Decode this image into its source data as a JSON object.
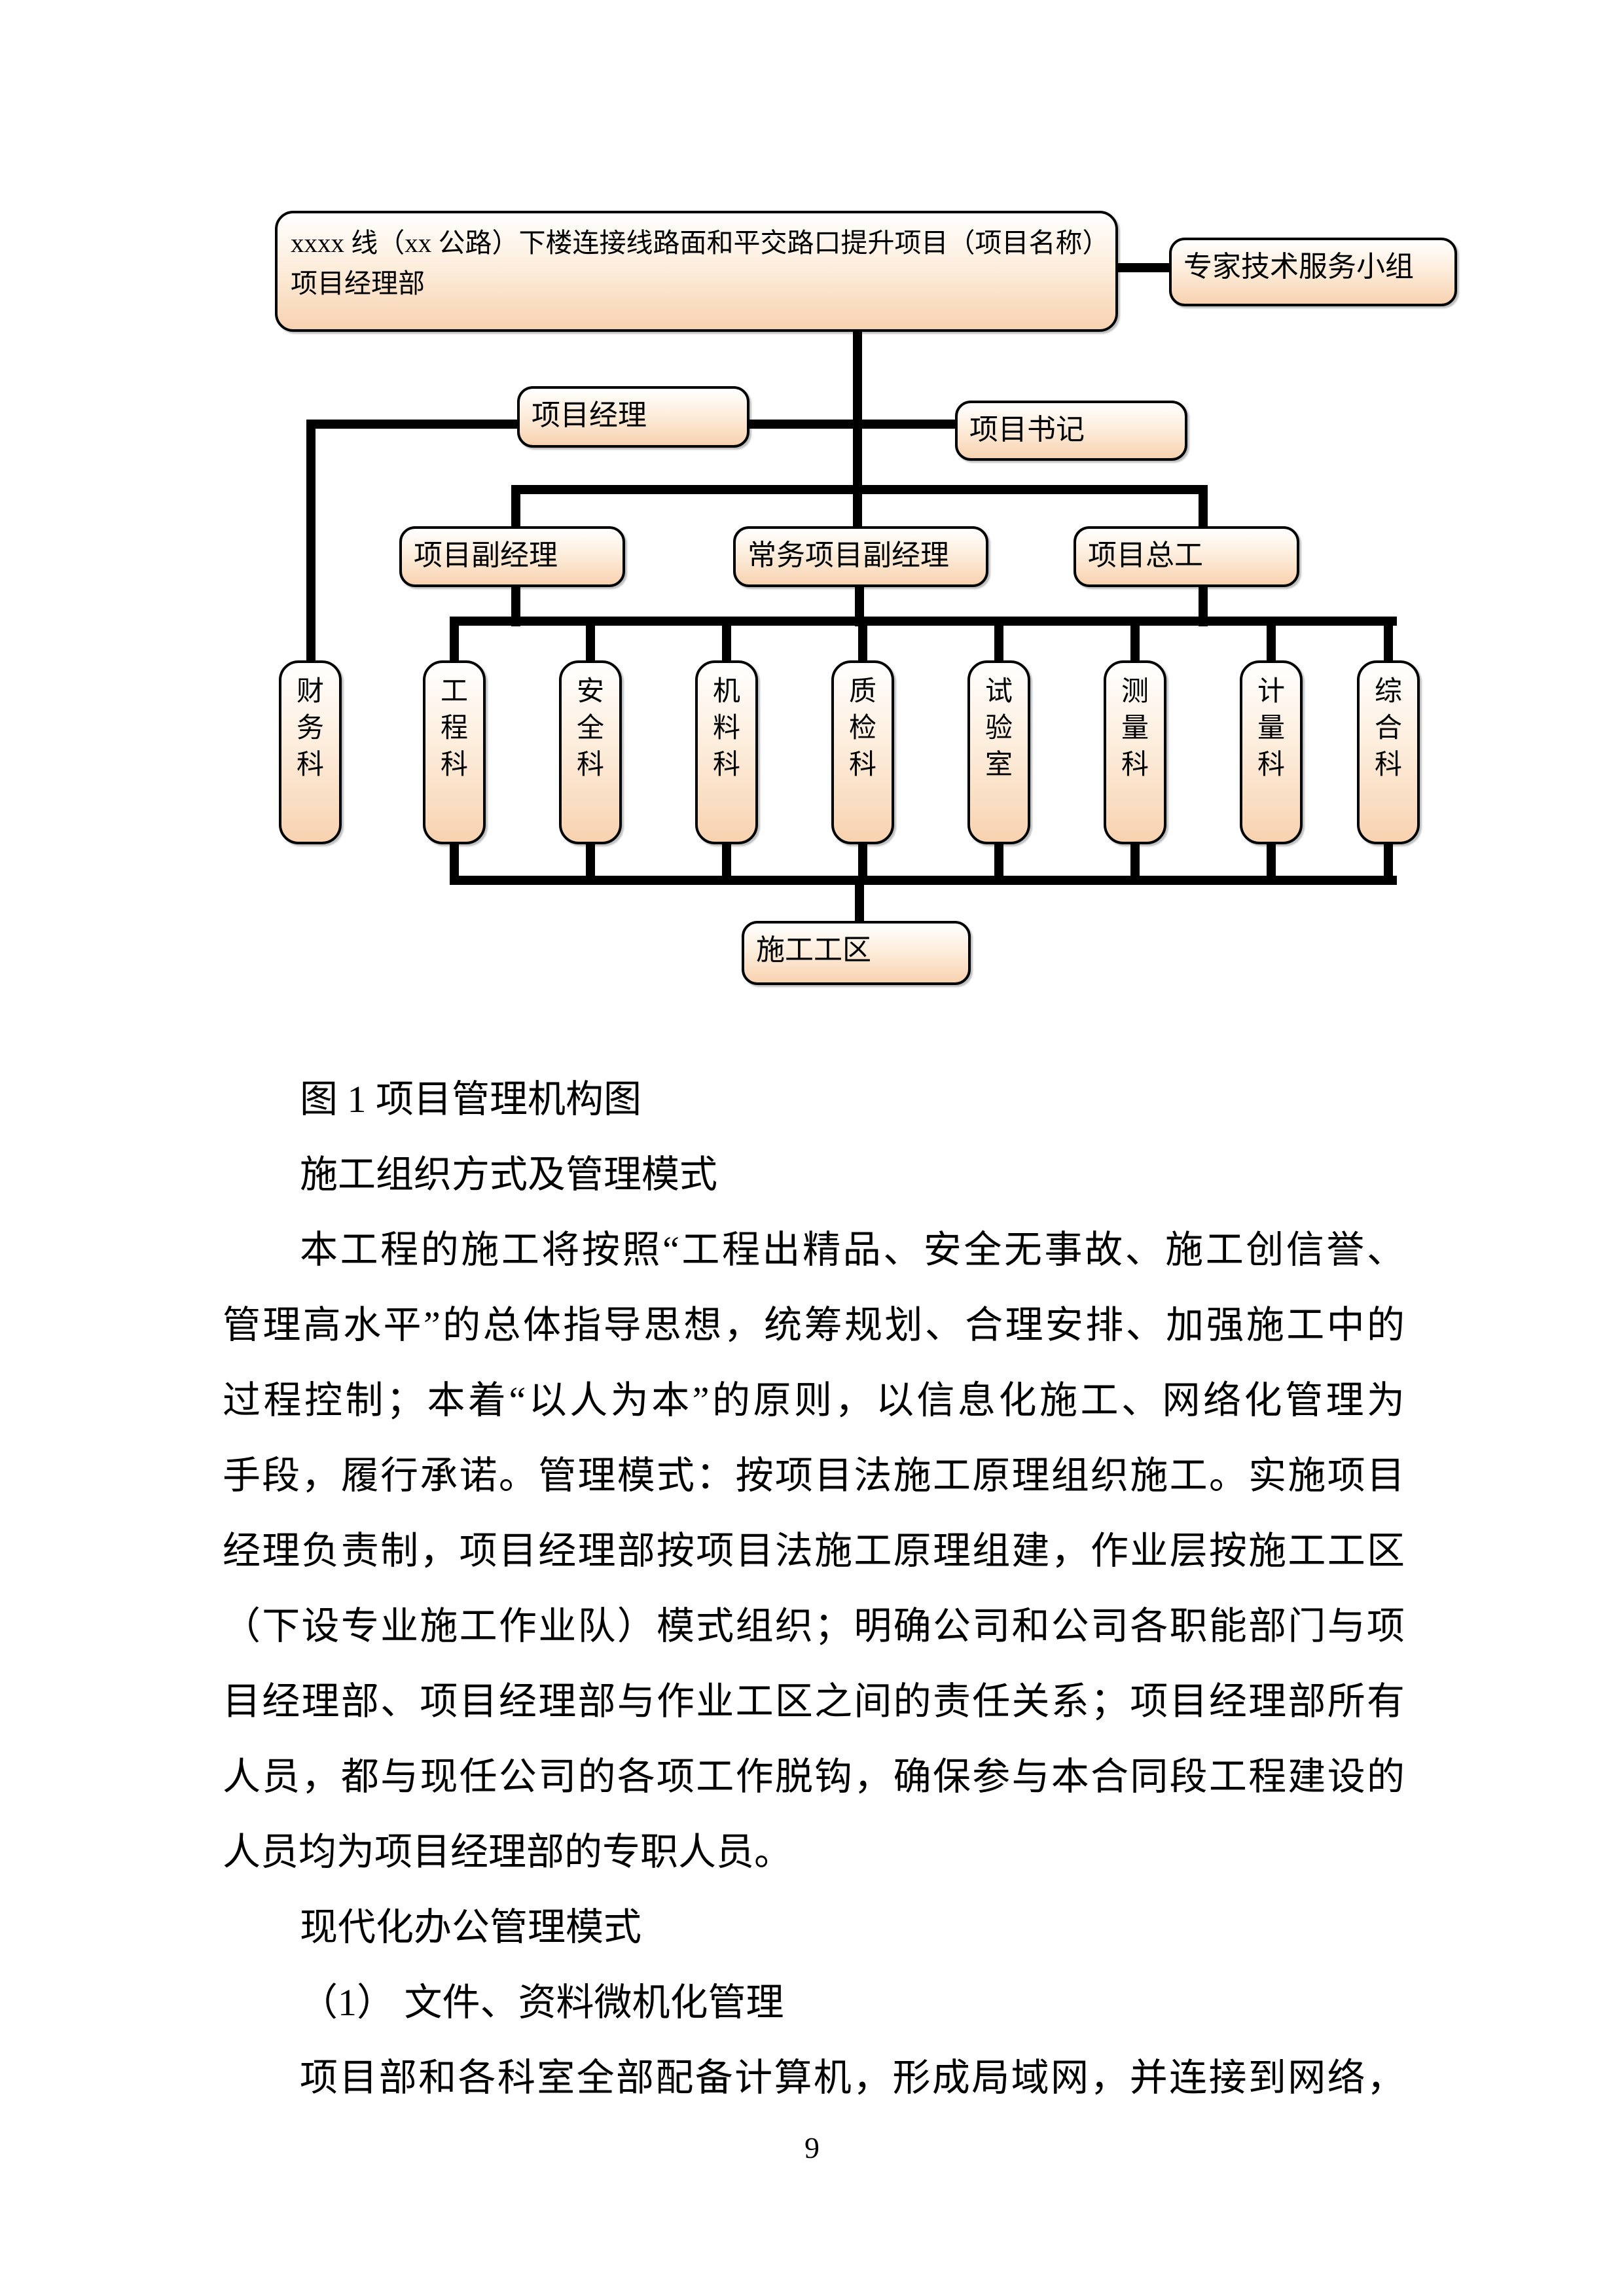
{
  "page": {
    "number": "9"
  },
  "diagram": {
    "title": "项目管理机构图",
    "colors": {
      "box_border": "#000000",
      "box_fill_top": "#FFFFFF",
      "box_fill_bottom": "#F8D2B0",
      "connector": "#000000"
    },
    "nodes": {
      "root": "xxxx 线（xx 公路）下楼连接线路面和平交路口提升项目（项目名称）项目经理部",
      "expert_group": "专家技术服务小组",
      "project_manager": "项目经理",
      "project_secretary": "项目书记",
      "deputy_manager": "项目副经理",
      "executive_deputy_manager": "常务项目副经理",
      "chief_engineer": "项目总工",
      "finance_dept": "财务科",
      "departments": [
        "工程科",
        "安全科",
        "机料科",
        "质检科",
        "试验室",
        "测量科",
        "计量科",
        "综合科"
      ],
      "work_zone": "施工工区"
    }
  },
  "body": {
    "lines": [
      {
        "text": "图 1 项目管理机构图"
      },
      {
        "text": "施工组织方式及管理模式"
      },
      {
        "text": "本工程的施工将按照“工程出精品、安全无事故、施工创信誉、"
      },
      {
        "text": "管理高水平”的总体指导思想，统筹规划、合理安排、加强施工中的"
      },
      {
        "text": "过程控制；本着“以人为本”的原则，以信息化施工、网络化管理为"
      },
      {
        "text": "手段，履行承诺。管理模式：按项目法施工原理组织施工。实施项目"
      },
      {
        "text": "经理负责制，项目经理部按项目法施工原理组建，作业层按施工工区"
      },
      {
        "text": "（下设专业施工作业队）模式组织；明确公司和公司各职能部门与项"
      },
      {
        "text": "目经理部、项目经理部与作业工区之间的责任关系；项目经理部所有"
      },
      {
        "text": "人员，都与现任公司的各项工作脱钩，确保参与本合同段工程建设的"
      },
      {
        "text": "人员均为项目经理部的专职人员。"
      },
      {
        "text": "现代化办公管理模式"
      },
      {
        "text": "（1） 文件、资料微机化管理"
      },
      {
        "text": "项目部和各科室全部配备计算机，形成局域网，并连接到网络，"
      }
    ]
  }
}
